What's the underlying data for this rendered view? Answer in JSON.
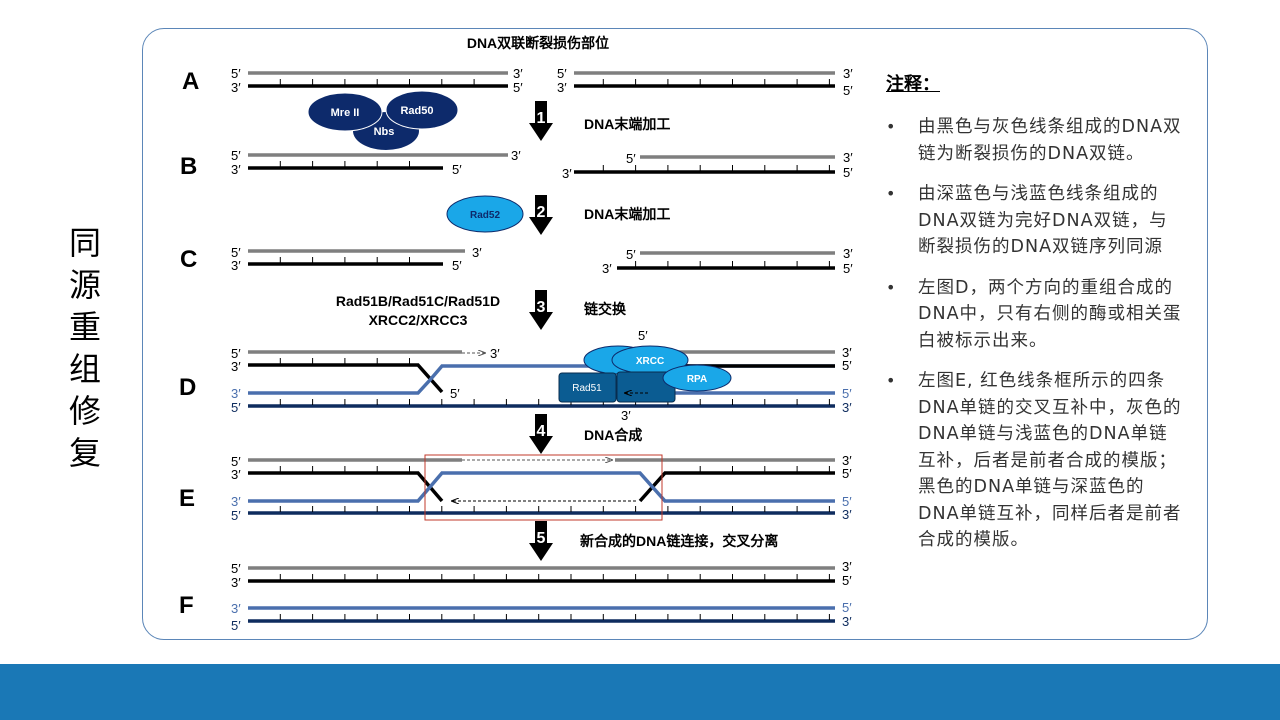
{
  "title_chars": [
    "同",
    "源",
    "重",
    "组",
    "修",
    "复"
  ],
  "colors": {
    "gray": "#7f7f7f",
    "black": "#000000",
    "lightblue": "#4a6fad",
    "darkblue": "#0e2c5e",
    "mre": "#0d2a6b",
    "rad52": "#1aa7e8",
    "rad51": "#0b5c92",
    "accent_band": "#1a78b6",
    "box": "#c0392b"
  },
  "diagram": {
    "top_label": "DNA双联断裂损伤部位",
    "rows": [
      "A",
      "B",
      "C",
      "D",
      "E",
      "F"
    ],
    "end_labels": {
      "p5": "5′",
      "p3": "3′"
    },
    "steps": [
      {
        "num": "1",
        "label": "DNA末端加工"
      },
      {
        "num": "2",
        "label": "DNA末端加工"
      },
      {
        "num": "3",
        "label": "链交换"
      },
      {
        "num": "4",
        "label": "DNA合成"
      },
      {
        "num": "5",
        "label": "新合成的DNA链连接，交叉分离"
      }
    ],
    "proteins": {
      "mre11": "Mre II",
      "rad50": "Rad50",
      "nbs": "Nbs",
      "rad52": "Rad52",
      "xrcc": "XRCC",
      "rpa": "RPA",
      "rad51": "Rad51"
    },
    "step3_left_lines": [
      "Rad51B/Rad51C/Rad51D",
      "XRCC2/XRCC3"
    ]
  },
  "notes": {
    "title": "注释：",
    "items": [
      "由黑色与灰色线条组成的DNA双链为断裂损伤的DNA双链。",
      "由深蓝色与浅蓝色线条组成的DNA双链为完好DNA双链，与断裂损伤的DNA双链序列同源",
      "左图D，两个方向的重组合成的DNA中，只有右侧的酶或相关蛋白被标示出来。",
      "左图E, 红色线条框所示的四条DNA单链的交叉互补中，灰色的DNA单链与浅蓝色的DNA单链互补，后者是前者合成的模版；黑色的DNA单链与深蓝色的DNA单链互补，同样后者是前者合成的模版。"
    ]
  }
}
